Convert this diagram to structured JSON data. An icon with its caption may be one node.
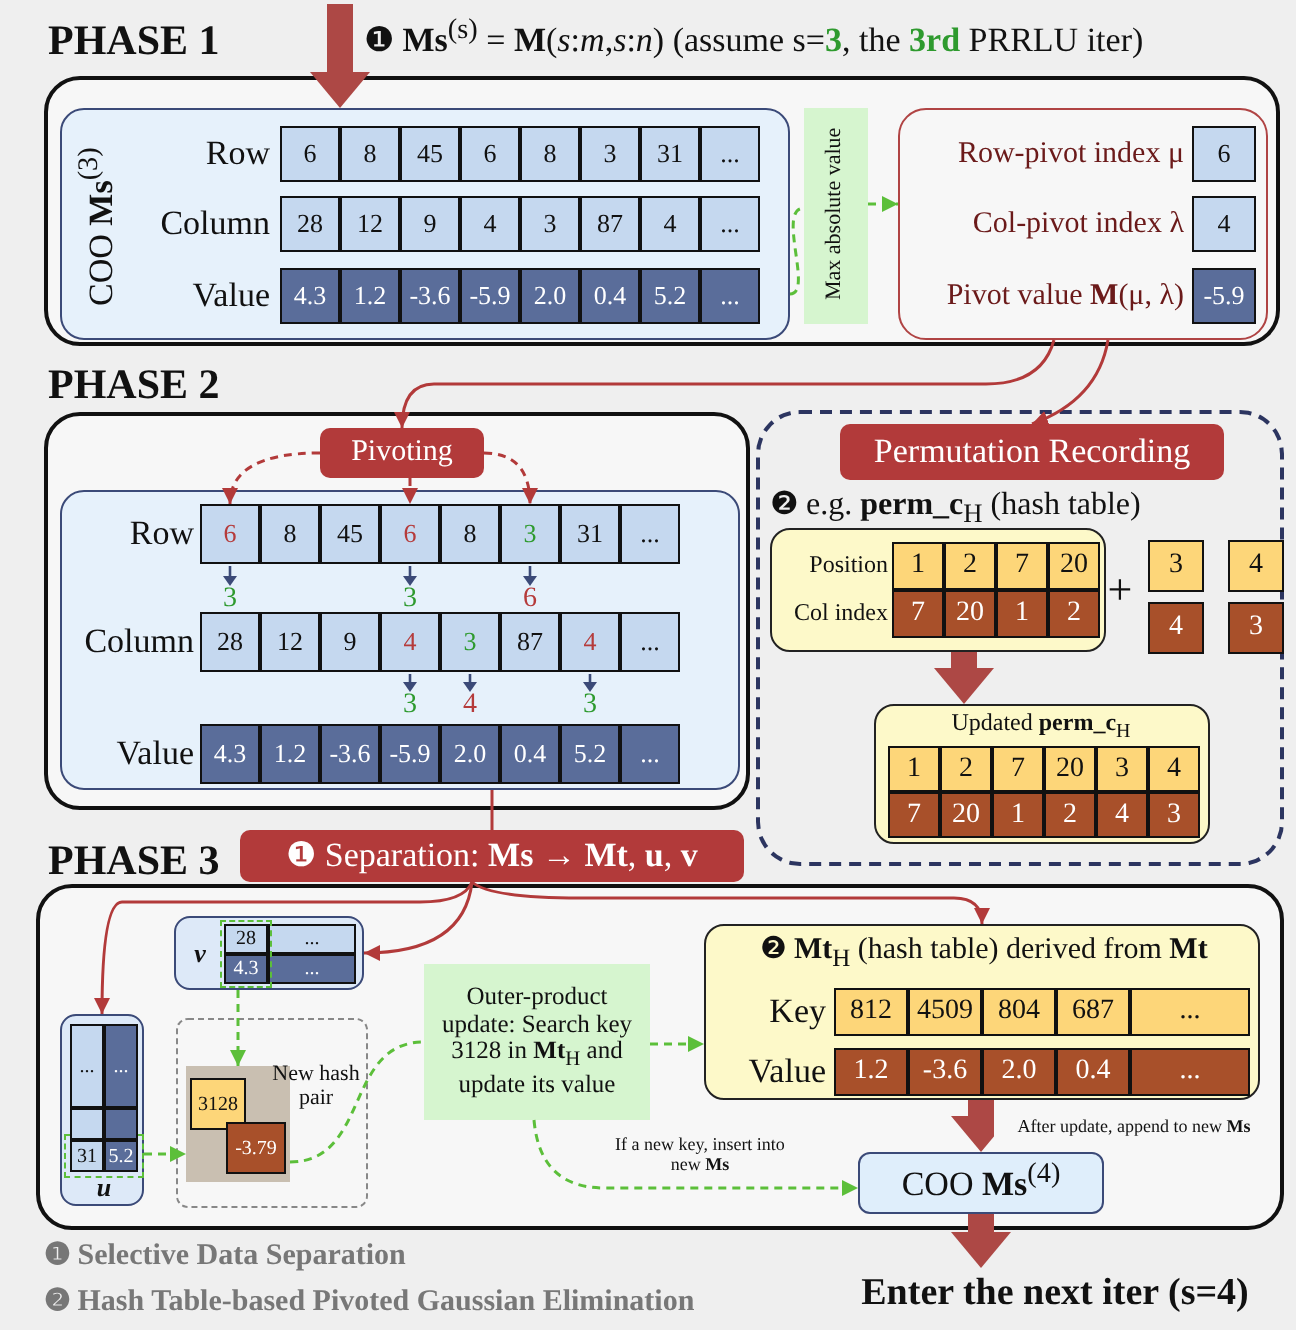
{
  "diagram": {
    "nodes": [
      {
        "text": [
          "PHASE 1"
        ]
      },
      {
        "text": [
          "COO **Ms**$^{(3)}$",
          "Row",
          "6",
          "8",
          "45",
          "6",
          "8",
          "3",
          "31",
          "...",
          "Column",
          "28",
          "12",
          "9",
          "4",
          "3",
          "87",
          "4",
          "...",
          "Value",
          "4.3",
          "1.2",
          "-3.6",
          "-5.9",
          "2.0",
          "0.4",
          "5.2",
          "..."
        ],
        "in": 0
      },
      {
        "text": [
          "Max absolute value"
        ],
        "in": 0
      },
      {
        "text": [
          "Row-pivot index μ",
          "6",
          "Col-pivot index λ",
          "4",
          "Pivot value **M**(μ, λ)",
          "-5.9"
        ],
        "in": 0
      },
      {
        "text": [
          "PHASE 2"
        ]
      },
      {
        "text": [
          "Pivoting"
        ],
        "in": 4
      },
      {
        "text": [
          "Row",
          "6",
          "8",
          "45",
          "6",
          "8",
          "3",
          "31",
          "...",
          "3",
          "3",
          "6",
          "Column",
          "28",
          "12",
          "9",
          "4",
          "3",
          "87",
          "4",
          "...",
          "3",
          "4",
          "3",
          "Value",
          "4.3",
          "1.2",
          "-3.6",
          "-5.9",
          "2.0",
          "0.4",
          "5.2",
          "..."
        ],
        "in": 4
      },
      {
        "text": [
          "❷ e.g. **perm_c**$_{H}$ (hash table)"
        ]
      },
      {
        "text": [
          "Permutation Recording"
        ],
        "in": 7
      },
      {
        "text": [
          "Position",
          "1",
          "2",
          "7",
          "20",
          "Col index",
          "7",
          "20",
          "1",
          "2"
        ],
        "in": 7
      },
      {
        "text": [
          "3",
          "4"
        ],
        "in": 7
      },
      {
        "text": [
          "4",
          "3"
        ],
        "in": 7
      },
      {
        "text": [
          "Updated **perm_c**$_{H}$",
          "1",
          "2",
          "7",
          "20",
          "3",
          "4",
          "7",
          "20",
          "1",
          "2",
          "4",
          "3"
        ],
        "in": 7
      },
      {
        "text": [
          "PHASE 3"
        ]
      },
      {
        "text": [
          "❶ Separation: **Ms** → **Mt**, **u**, **v**"
        ]
      },
      {
        "text": [
          "v",
          "28",
          "...",
          "4.3",
          "..."
        ],
        "in": 13
      },
      {
        "text": [
          "...",
          "...",
          "31",
          "5.2",
          "u"
        ],
        "in": 13
      },
      {
        "text": [
          "New hash pair"
        ],
        "in": 13
      },
      {
        "text": [
          "3128",
          "-3.79"
        ],
        "in": 17
      },
      {
        "text": [
          "Outer-product update: Search key 3128 in **Mt**$_{H}$ and update its value"
        ],
        "in": 13
      },
      {
        "text": [
          "❷ **Mt**$_{H}$ (hash table) derived from **Mt**",
          "Key",
          "812",
          "4509",
          "804",
          "687",
          "...",
          "Value",
          "1.2",
          "-3.6",
          "2.0",
          "0.4",
          "..."
        ],
        "in": 13
      },
      {
        "text": [
          "COO **Ms**$^{(4)}$"
        ],
        "in": 13
      },
      {
        "text": [
          "Enter the next iter (s=4)"
        ]
      }
    ],
    "edges": [
      {
        "from": null,
        "to": 1,
        "arrow": "to",
        "style": "thick"
      },
      {
        "from": 1,
        "to": 2,
        "arrow": "none",
        "style": "dashed",
        "color": "#5cbf3a"
      },
      {
        "from": 2,
        "to": 3,
        "arrow": "to",
        "style": "dashed",
        "color": "#5cbf3a"
      },
      {
        "from": 3,
        "to": 5,
        "arrow": "to"
      },
      {
        "from": 3,
        "to": 8,
        "arrow": "to"
      },
      {
        "from": 5,
        "to": 6,
        "arrow": "to",
        "style": "dashed"
      },
      {
        "from": 5,
        "to": 6,
        "arrow": "to",
        "style": "dashed"
      },
      {
        "from": 5,
        "to": 6,
        "arrow": "to",
        "style": "dashed"
      },
      {
        "from": 9,
        "to": 12,
        "arrow": "to",
        "style": "thick"
      },
      {
        "from": 6,
        "to": 14,
        "arrow": "none"
      },
      {
        "from": 14,
        "to": 16,
        "arrow": "to"
      },
      {
        "from": 14,
        "to": 15,
        "arrow": "to"
      },
      {
        "from": 14,
        "to": 20,
        "arrow": "to"
      },
      {
        "from": 15,
        "to": 18,
        "arrow": "to",
        "style": "dashed",
        "color": "#5cbf3a"
      },
      {
        "from": 16,
        "to": 18,
        "arrow": "to",
        "style": "dashed",
        "color": "#5cbf3a"
      },
      {
        "from": 18,
        "to": 19,
        "arrow": "none",
        "style": "dashed",
        "color": "#5cbf3a"
      },
      {
        "from": 19,
        "to": 20,
        "arrow": "to",
        "style": "dashed",
        "color": "#5cbf3a"
      },
      {
        "from": 19,
        "to": 21,
        "arrow": "to",
        "label": "If a new key, insert into new **Ms**",
        "style": "dashed",
        "color": "#5cbf3a"
      },
      {
        "from": 20,
        "to": 21,
        "arrow": "to",
        "label": "After update, append to new **Ms**",
        "style": "thick"
      },
      {
        "from": 21,
        "to": 22,
        "arrow": "to",
        "style": "thick"
      }
    ],
    "labels": [
      "❶ **Ms**$^{(s)}$ = **M**(*s*:*m*,*s*:*n*) (assume s=**3**, the **3rd** PRRLU iter)",
      "+",
      "❶ Selective Data Separation",
      "❷ Hash Table-based Pivoted Gaussian Elimination"
    ]
  }
}
